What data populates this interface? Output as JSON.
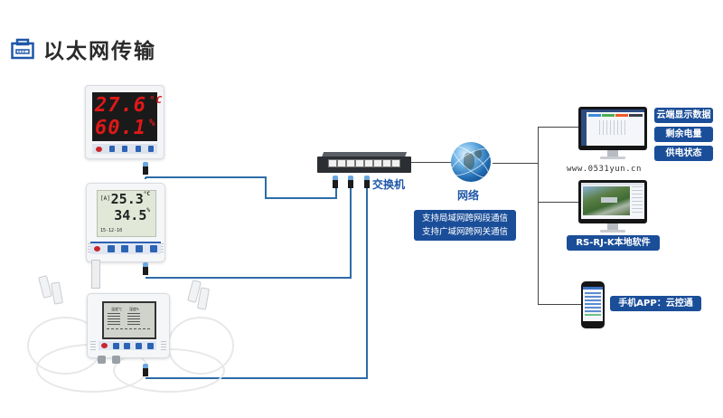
{
  "header": {
    "title": "以太网传输",
    "icon": "ethernet-port-icon",
    "accent_color": "#1e57a8"
  },
  "devices": {
    "led_display": {
      "temperature": "27.6",
      "temperature_unit": "°C",
      "humidity": "60.1",
      "humidity_unit": "%"
    },
    "lcd_recorder": {
      "temperature": "25.3",
      "temperature_unit": "°C",
      "humidity": "34.5",
      "humidity_unit": "%",
      "small_label": "[A]",
      "time": "15-12-10"
    },
    "multi_probe_recorder": {
      "header_temp": "温度℃",
      "header_hum": "湿度%"
    }
  },
  "network": {
    "switch_label": "交换机",
    "globe_label": "网络",
    "info_lines": [
      "支持局域网跨网段通信",
      "支持广域网跨网关通信"
    ]
  },
  "endpoints": {
    "cloud": {
      "url": "www.0531yun.cn",
      "tags": [
        "云端显示数据",
        "剩余电量",
        "供电状态"
      ]
    },
    "local_software": {
      "label": "RS-RJ-K本地软件"
    },
    "mobile": {
      "label": "手机APP：云控通"
    }
  },
  "colors": {
    "cable_blue": "#2d6ca8",
    "tag_blue": "#1b4e99",
    "led_red": "#e01818"
  }
}
